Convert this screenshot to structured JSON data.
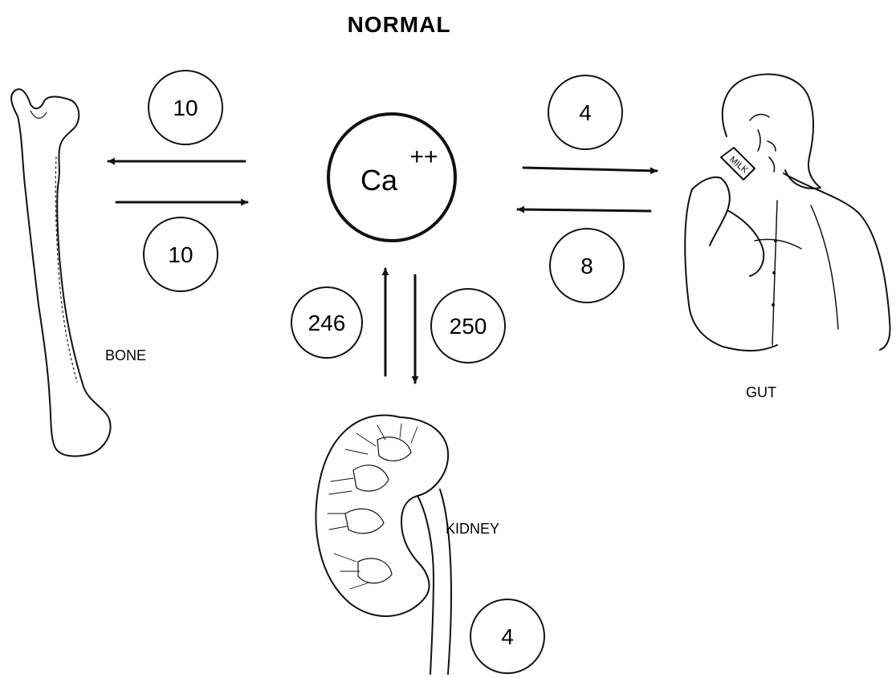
{
  "title": "NORMAL",
  "center": {
    "ion": "Ca",
    "charge": "++"
  },
  "labels": {
    "bone": "BONE",
    "gut": "GUT",
    "kidney": "KIDNEY"
  },
  "flows": {
    "ca_to_bone": "10",
    "bone_to_ca": "10",
    "ca_to_gut": "4",
    "gut_to_ca": "8",
    "kidney_to_ca": "246",
    "ca_to_kidney": "250",
    "kidney_excretion": "4"
  },
  "milk_label": "MILK"
}
